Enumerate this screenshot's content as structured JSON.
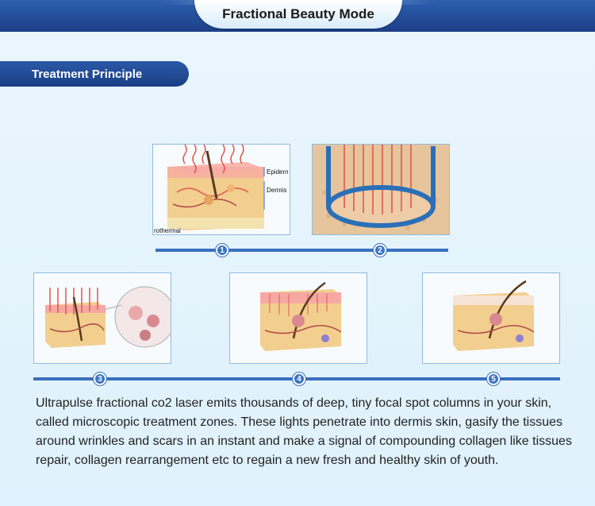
{
  "header": {
    "title": "Fractional Beauty Mode"
  },
  "section": {
    "title": "Treatment Principle"
  },
  "diagram1": {
    "label_epidermis": "Epidern",
    "label_dermis": "Dermis",
    "label_thermal": "rothermal"
  },
  "steps": [
    "1",
    "2",
    "3",
    "4",
    "5"
  ],
  "description": "Ultrapulse fractional co2 laser emits thousands of deep, tiny focal spot columns in your skin, called microscopic treatment zones. These lights penetrate into dermis skin, gasify the tissues around wrinkles and scars in an instant and make a signal of compounding collagen like tissues repair, collagen rearrangement etc to regain a new fresh and healthy skin of youth.",
  "colors": {
    "header_blue": "#1d3f87",
    "track_blue": "#3a6fbf",
    "skin": "#f2cf8f",
    "laser_red": "#e2574c"
  }
}
